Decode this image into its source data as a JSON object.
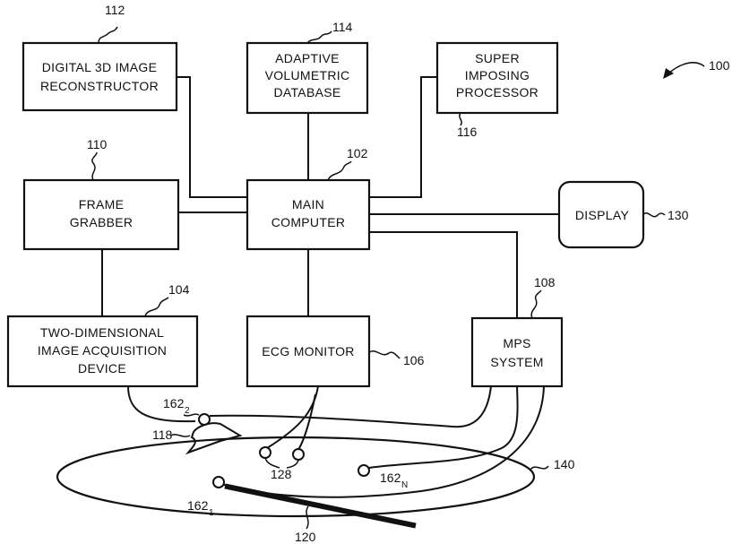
{
  "boxes": {
    "reconstructor": {
      "lines": [
        "DIGITAL 3D IMAGE",
        "RECONSTRUCTOR"
      ],
      "ref": "112"
    },
    "database": {
      "lines": [
        "ADAPTIVE",
        "VOLUMETRIC",
        "DATABASE"
      ],
      "ref": "114"
    },
    "superimposing": {
      "lines": [
        "SUPER",
        "IMPOSING",
        "PROCESSOR"
      ],
      "ref": "116"
    },
    "frame_grabber": {
      "lines": [
        "FRAME",
        "GRABBER"
      ],
      "ref": "110"
    },
    "main_computer": {
      "lines": [
        "MAIN",
        "COMPUTER"
      ],
      "ref": "102"
    },
    "display": {
      "lines": [
        "DISPLAY"
      ],
      "ref": "130"
    },
    "acquisition": {
      "lines": [
        "TWO-DIMENSIONAL",
        "IMAGE ACQUISITION",
        "DEVICE"
      ],
      "ref": "104"
    },
    "ecg": {
      "lines": [
        "ECG MONITOR"
      ],
      "ref": "106"
    },
    "mps": {
      "lines": [
        "MPS",
        "SYSTEM"
      ],
      "ref": "108"
    }
  },
  "refs": {
    "system": "100",
    "transducer": "118",
    "ecg_electrodes": "128",
    "patient_body": "140",
    "catheter": "120",
    "sensor_2": {
      "base": "162",
      "sub": "2"
    },
    "sensor_1": {
      "base": "162",
      "sub": "1"
    },
    "sensor_n": {
      "base": "162",
      "sub": "N"
    }
  }
}
